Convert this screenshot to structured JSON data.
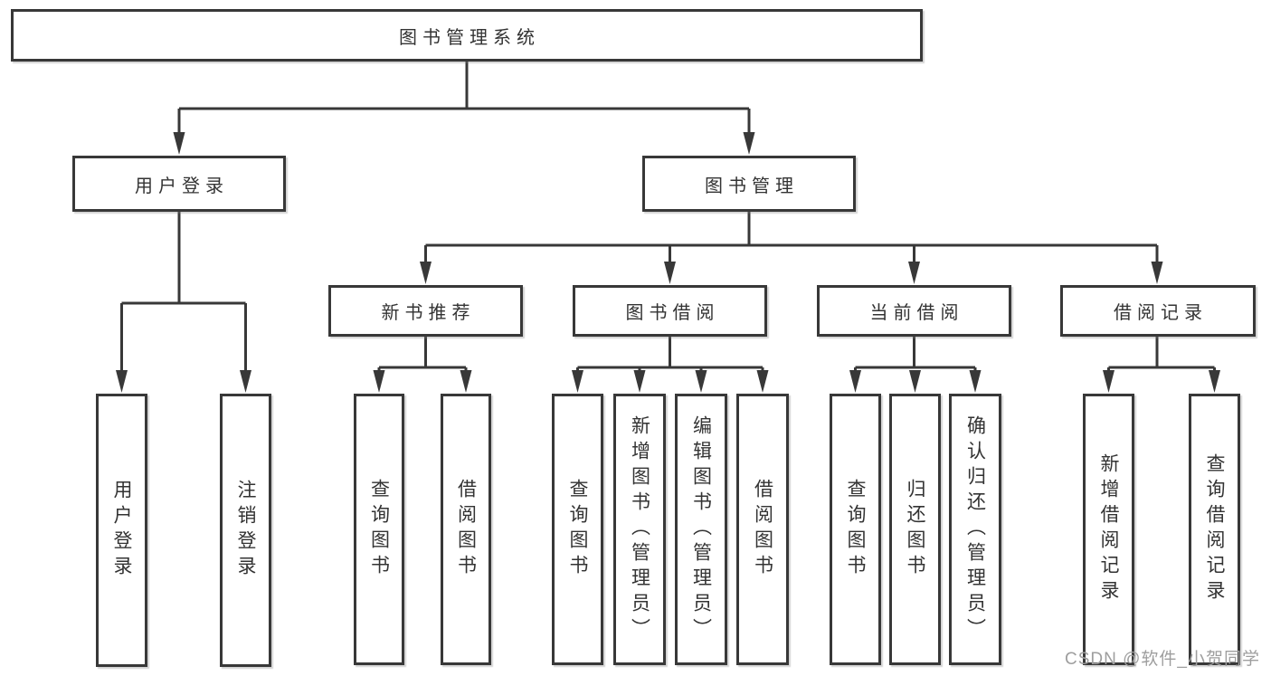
{
  "diagram_title": "图书管理系统",
  "nodes": [
    {
      "id": "root",
      "label": "图书管理系统",
      "parent": null,
      "level": 1
    },
    {
      "id": "user-login",
      "label": "用户登录",
      "parent": "root",
      "level": 2
    },
    {
      "id": "book-mgmt",
      "label": "图书管理",
      "parent": "root",
      "level": 2
    },
    {
      "id": "new-book-rec",
      "label": "新书推荐",
      "parent": "book-mgmt",
      "level": 3
    },
    {
      "id": "book-borrow",
      "label": "图书借阅",
      "parent": "book-mgmt",
      "level": 3
    },
    {
      "id": "current-borrow",
      "label": "当前借阅",
      "parent": "book-mgmt",
      "level": 3
    },
    {
      "id": "borrow-record",
      "label": "借阅记录",
      "parent": "book-mgmt",
      "level": 3
    },
    {
      "id": "login",
      "label": "用户登录",
      "parent": "user-login",
      "level": 4
    },
    {
      "id": "logout",
      "label": "注销登录",
      "parent": "user-login",
      "level": 4
    },
    {
      "id": "nbr-query",
      "label": "查询图书",
      "parent": "new-book-rec",
      "level": 4
    },
    {
      "id": "nbr-borrow",
      "label": "借阅图书",
      "parent": "new-book-rec",
      "level": 4
    },
    {
      "id": "bb-query",
      "label": "查询图书",
      "parent": "book-borrow",
      "level": 4
    },
    {
      "id": "bb-add",
      "label": "新增图书（管理员）",
      "parent": "book-borrow",
      "level": 4
    },
    {
      "id": "bb-edit",
      "label": "编辑图书（管理员）",
      "parent": "book-borrow",
      "level": 4
    },
    {
      "id": "bb-borrow",
      "label": "借阅图书",
      "parent": "book-borrow",
      "level": 4
    },
    {
      "id": "cb-query",
      "label": "查询图书",
      "parent": "current-borrow",
      "level": 4
    },
    {
      "id": "cb-return",
      "label": "归还图书",
      "parent": "current-borrow",
      "level": 4
    },
    {
      "id": "cb-confirm",
      "label": "确认归还（管理员）",
      "parent": "current-borrow",
      "level": 4
    },
    {
      "id": "br-add",
      "label": "新增借阅记录",
      "parent": "borrow-record",
      "level": 4
    },
    {
      "id": "br-query",
      "label": "查询借阅记录",
      "parent": "borrow-record",
      "level": 4
    }
  ],
  "watermark": "CSDN @软件_小贺同学",
  "colors": {
    "line": "#383838",
    "border": "#383838",
    "text": "#333333",
    "watermark": "#9e9e9e",
    "background": "#ffffff"
  }
}
